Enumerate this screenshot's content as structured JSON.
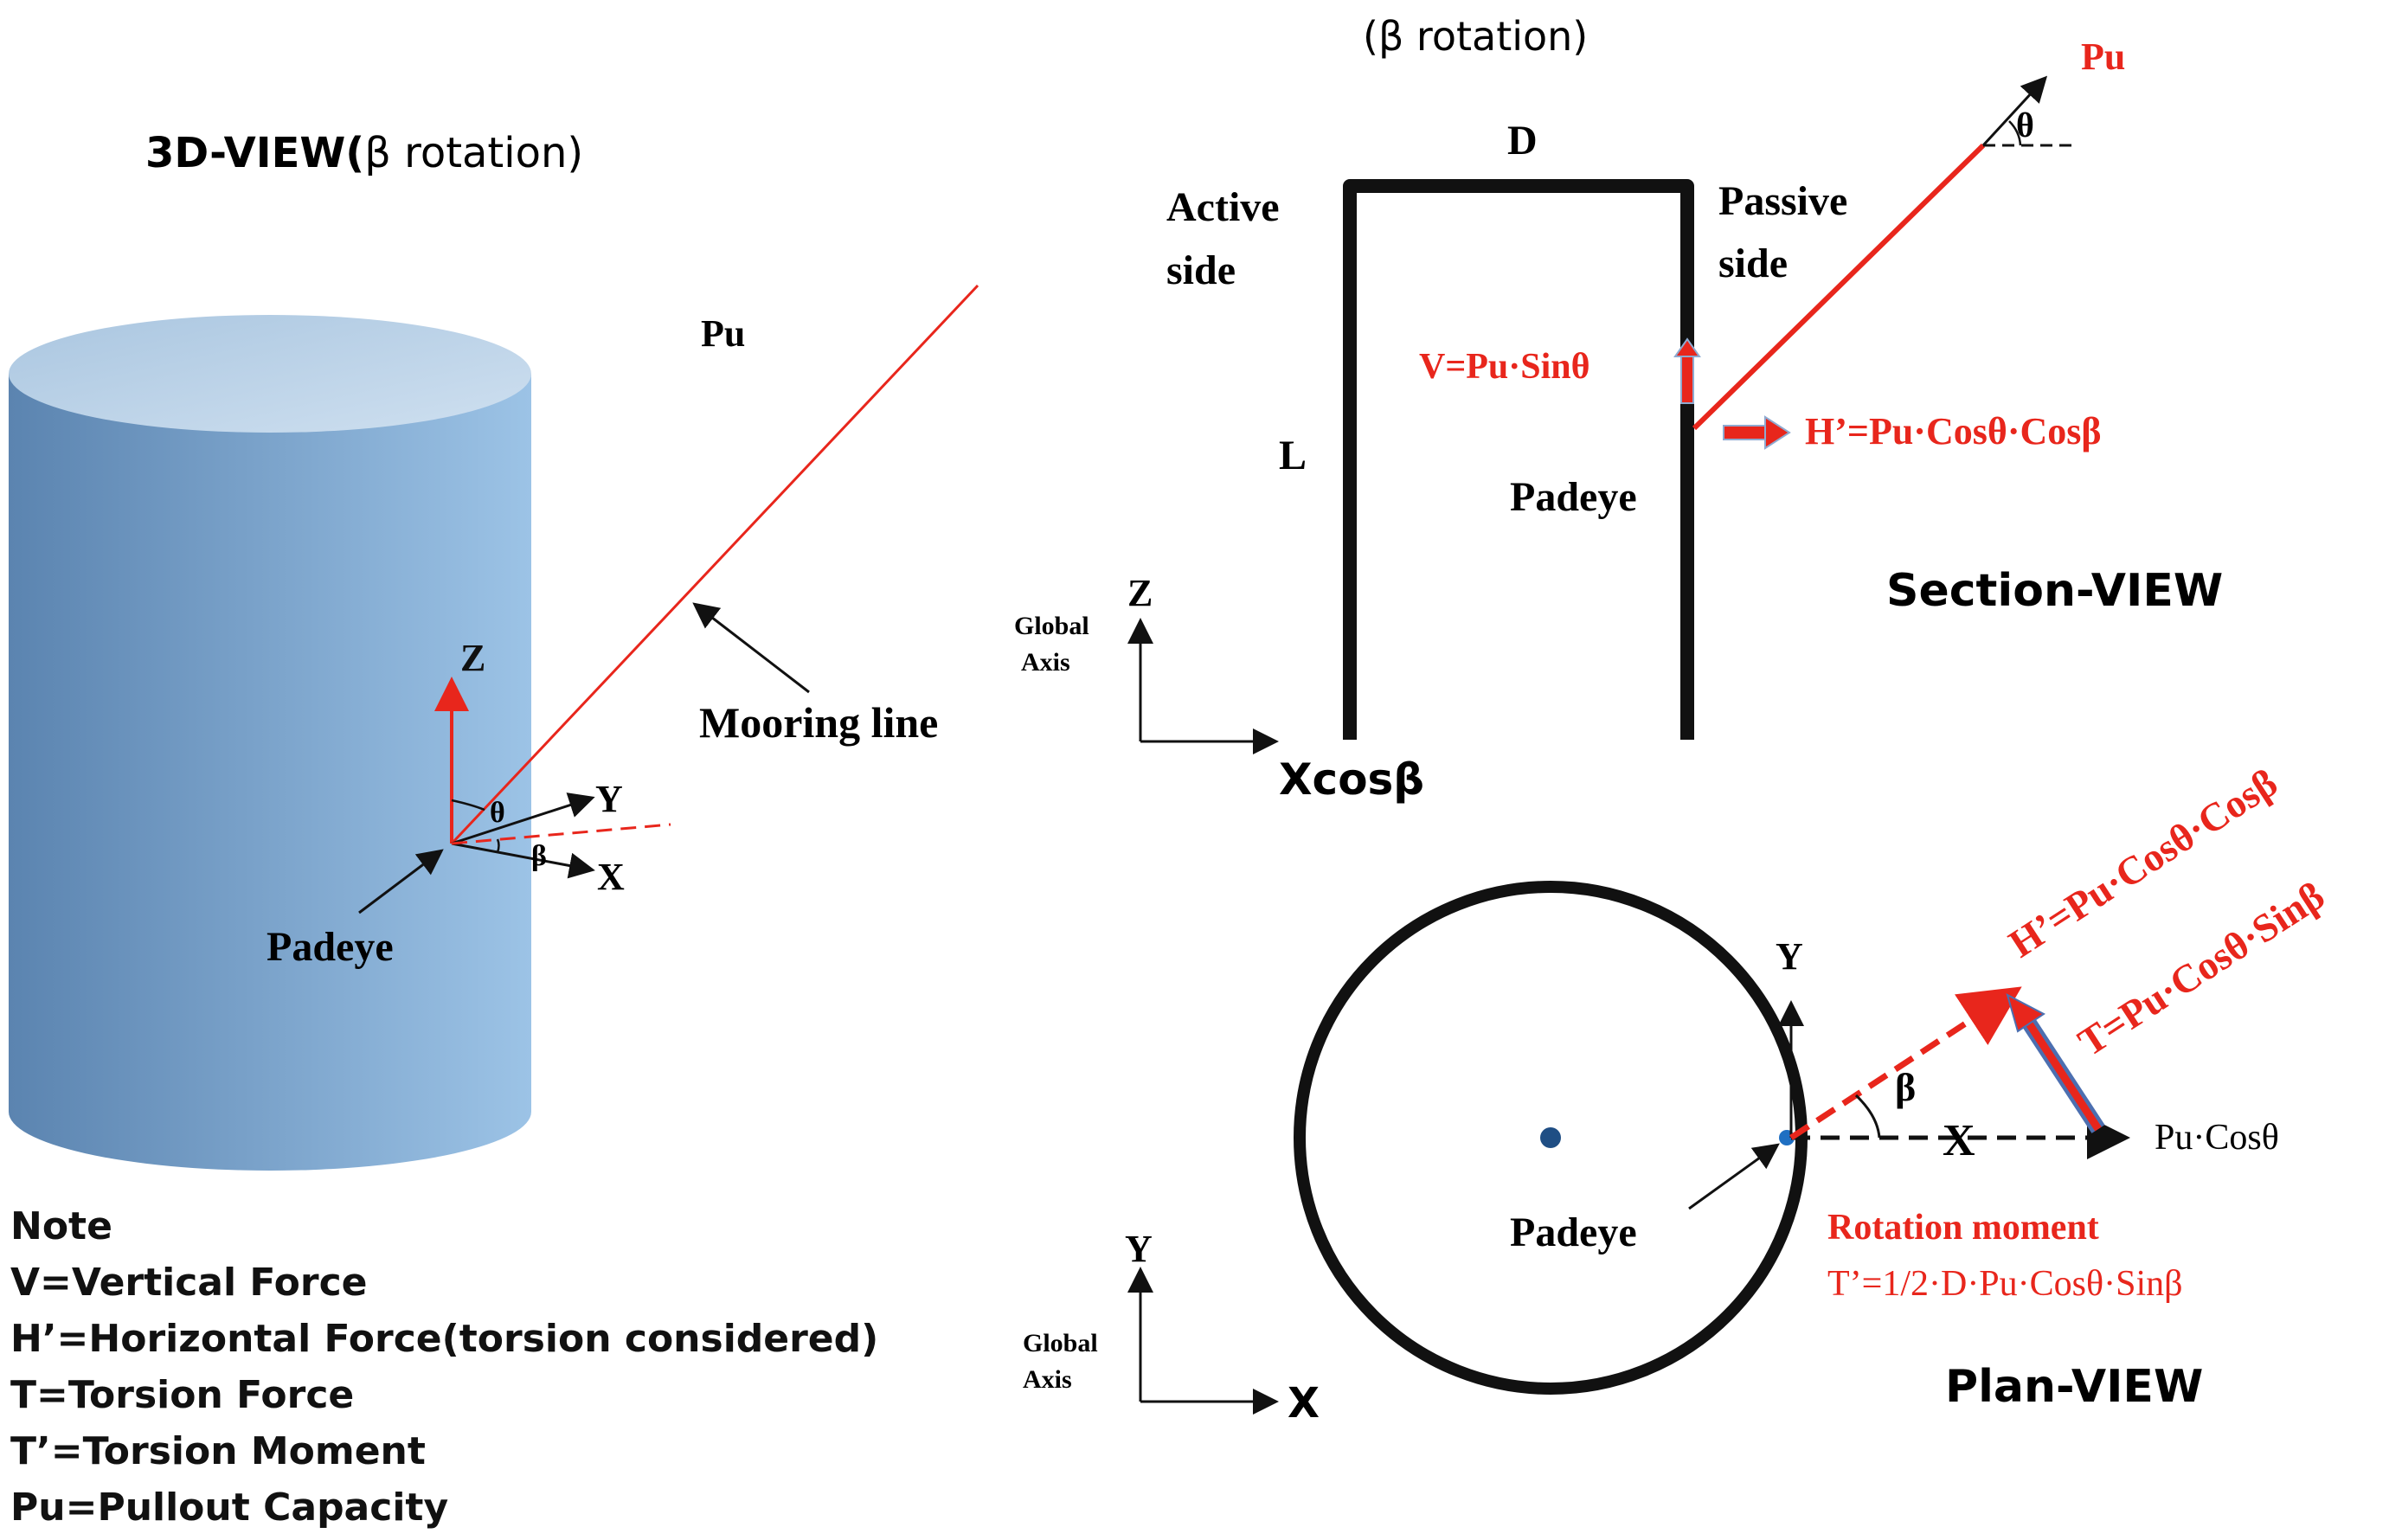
{
  "threed_view": {
    "title_bold": "3D-VIEW(",
    "title_regular": "β rotation)",
    "pu_label": "Pu",
    "z_label": "Z",
    "y_label": "Y",
    "x_label": "X",
    "theta_label": "θ",
    "beta_label": "β",
    "padeye_label": "Padeye",
    "mooring_label": "Mooring line"
  },
  "note": {
    "heading": "Note",
    "lines": [
      "V=Vertical Force",
      "H’=Horizontal Force(torsion considered)",
      "T=Torsion Force",
      "T’=Torsion Moment",
      "Pu=Pullout Capacity"
    ]
  },
  "section_view": {
    "top_caption": "(β rotation)",
    "title": "Section-VIEW",
    "d_label": "D",
    "l_label": "L",
    "active_side": [
      "Active",
      "side"
    ],
    "passive_side": [
      "Passive",
      "side"
    ],
    "pu_label": "Pu",
    "theta_label": "θ",
    "v_formula": "V=Pu·Sinθ",
    "h_formula": "H’=Pu·Cosθ·Cosβ",
    "padeye_label": "Padeye",
    "global_axis": [
      "Global",
      "Axis"
    ],
    "z_axis": "Z",
    "x_axis": "Xcosβ"
  },
  "plan_view": {
    "title": "Plan-VIEW",
    "y_label": "Y",
    "x_label": "X",
    "beta_label": "β",
    "pu_cos": "Pu·Cosθ",
    "h_formula": "H’=Pu·Cosθ·Cosβ",
    "t_formula": "T=Pu·Cosθ·Sinβ",
    "rotation_moment": "Rotation moment",
    "t_prime_formula": "T’=1/2·D·Pu·Cosθ·Sinβ",
    "padeye_label": "Padeye",
    "global_axis": [
      "Global",
      "Axis"
    ],
    "axis_y": "Y",
    "axis_x": "X"
  },
  "colors": {
    "accent_red": "#e8261c",
    "cylinder_light": "#9ec2e4",
    "cylinder_dark": "#5f88b3",
    "black": "#111111"
  }
}
